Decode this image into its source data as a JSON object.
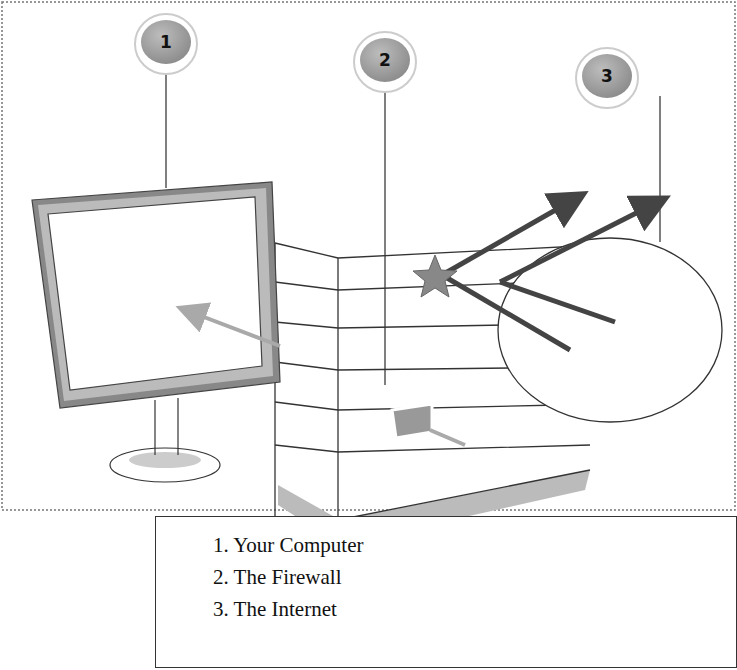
{
  "diagram": {
    "nodes": [
      {
        "text": [
          "1. Your Computer",
          "2. The Firewall",
          "3. The Internet"
        ]
      }
    ],
    "labels": [
      "1",
      "2",
      "3"
    ]
  }
}
